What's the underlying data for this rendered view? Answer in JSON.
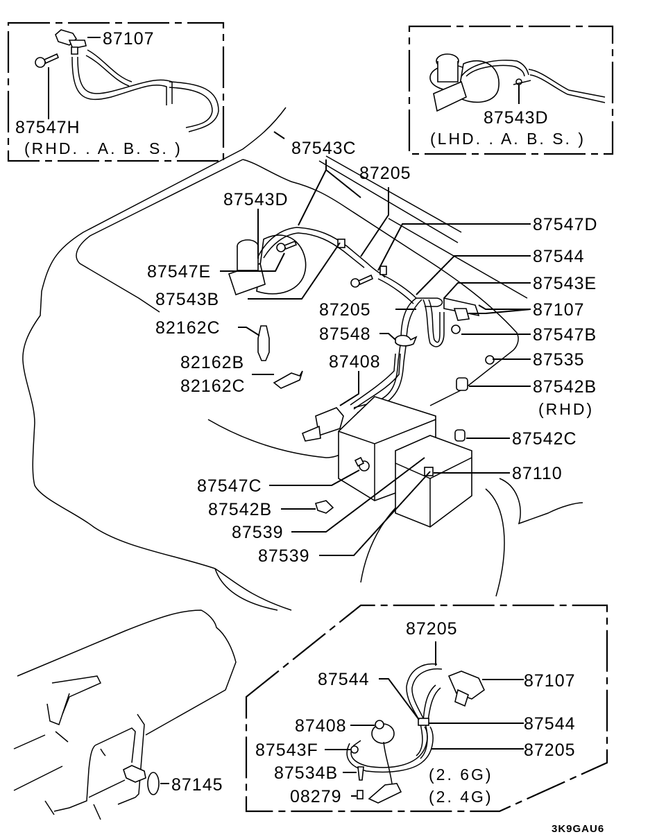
{
  "diagram": {
    "type": "exploded parts diagram",
    "subject": "Engine compartment vacuum hoses and valves",
    "figure_code": "3K9GAU6"
  },
  "insets": {
    "top_left": {
      "labels": [
        "87107",
        "87547H"
      ],
      "note": "(RHD. . A. B. S. )"
    },
    "top_right": {
      "labels": [
        "87543D"
      ],
      "note": "(LHD. . A. B. S. )"
    },
    "bottom_right": {
      "labels": [
        "87205",
        "87544",
        "87107",
        "87408",
        "87544",
        "87543F",
        "87205",
        "87534B",
        "08279"
      ],
      "notes": [
        "(2. 6G)",
        "(2. 4G)"
      ]
    }
  },
  "main": {
    "labels": {
      "l87543C": "87543C",
      "l87205a": "87205",
      "l87543D": "87543D",
      "l87547D": "87547D",
      "l87544": "87544",
      "l87547E": "87547E",
      "l87543E": "87543E",
      "l87543B": "87543B",
      "l87205b": "87205",
      "l87107": "87107",
      "l82162C_top": "82162C",
      "l87548": "87548",
      "l87547B": "87547B",
      "l87535": "87535",
      "l82162B": "82162B",
      "l82162C": "82162C",
      "l87408": "87408",
      "l87542B_rhd": "87542B",
      "rhd_note": "(RHD)",
      "l87542C": "87542C",
      "l87547C": "87547C",
      "l87110": "87110",
      "l87542B": "87542B",
      "l87539a": "87539",
      "l87539b": "87539",
      "l87145": "87145"
    }
  }
}
